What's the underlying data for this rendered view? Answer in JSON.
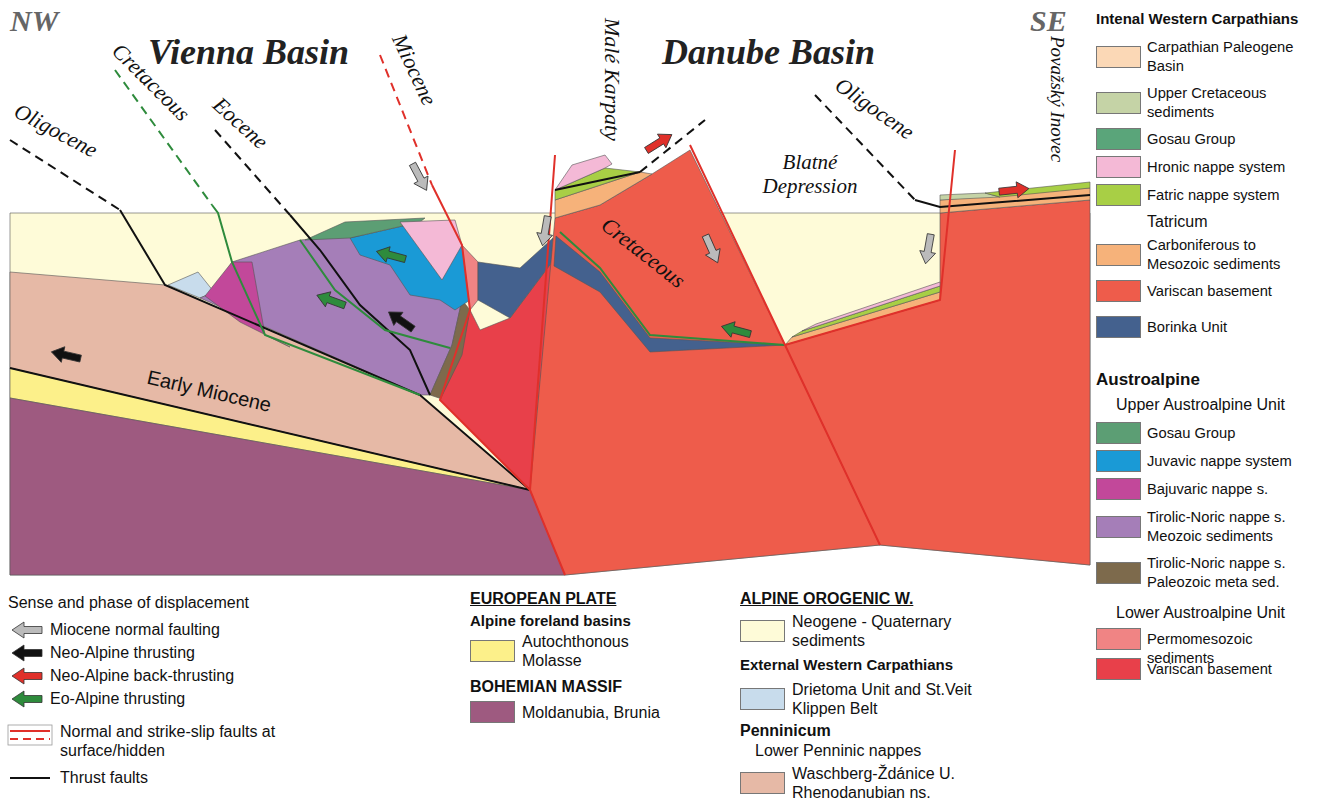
{
  "diagram": {
    "labels": [
      "NW",
      "Vienna Basin",
      "Danube Basin",
      "SE",
      "Oligocene",
      "Cretaceous",
      "Eocene",
      "Miocene",
      "Malé Karpaty",
      "Oligocene",
      "Považský Inovec",
      "Blatné Depression",
      "Cretaceous",
      "Early Miocene",
      "Intenal Western Carpathians",
      "Tatricum",
      "Austroalpine",
      "Upper Austroalpine Unit",
      "Lower Austroalpine Unit",
      "Sense and phase of displacement",
      "EUROPEAN PLATE",
      "Alpine foreland basins",
      "BOHEMIAN MASSIF",
      "ALPINE OROGENIC W.",
      "External Western Carpathians",
      "Penninicum",
      "Lower Penninic nappes"
    ],
    "legend": [
      {
        "text": "Carpathian Paleogene Basin",
        "color": "#fbd8b6"
      },
      {
        "text": "Upper Cretaceous sediments",
        "color": "#c5d3a6"
      },
      {
        "text": "Gosau Group",
        "color": "#5aa57a"
      },
      {
        "text": "Hronic nappe system",
        "color": "#f4b9d6"
      },
      {
        "text": "Fatric nappe system",
        "color": "#a8cf45"
      },
      {
        "text": "Carboniferous to Mesozoic sediments",
        "color": "#f6b27a"
      },
      {
        "text": "Variscan basement",
        "color": "#ee5c4b"
      },
      {
        "text": "Borinka Unit",
        "color": "#44618e"
      },
      {
        "text": "Gosau Group",
        "color": "#5c9e74"
      },
      {
        "text": "Juvavic nappe system",
        "color": "#1a9ad6"
      },
      {
        "text": "Bajuvaric nappe s.",
        "color": "#c2489a"
      },
      {
        "text": "Tirolic-Noric nappe s. Meozoic sediments",
        "color": "#a57eb8"
      },
      {
        "text": "Tirolic-Noric nappe s. Paleozoic meta sed.",
        "color": "#7d6a4c"
      },
      {
        "text": "Permomesozoic sediments",
        "color": "#f08484"
      },
      {
        "text": "Variscan basement",
        "color": "#e8404a"
      },
      {
        "text": "Miocene normal faulting"
      },
      {
        "text": "Neo-Alpine thrusting"
      },
      {
        "text": "Neo-Alpine back-thrusting"
      },
      {
        "text": "Eo-Alpine thrusting"
      },
      {
        "text": "Normal and strike-slip faults at surface/hidden"
      },
      {
        "text": "Thrust faults"
      },
      {
        "text": "Autochthonous Molasse",
        "color": "#fcf08a"
      },
      {
        "text": "Moldanubia, Brunia",
        "color": "#9e5a80"
      },
      {
        "text": "Neogene - Quaternary sediments",
        "color": "#fefbd8"
      },
      {
        "text": "Drietoma Unit and St.Veit Klippen Belt",
        "color": "#c8dcec"
      },
      {
        "text": "Waschberg-Ždánice U. Rhenodanubian ns.",
        "color": "#e6b9a6"
      }
    ]
  }
}
